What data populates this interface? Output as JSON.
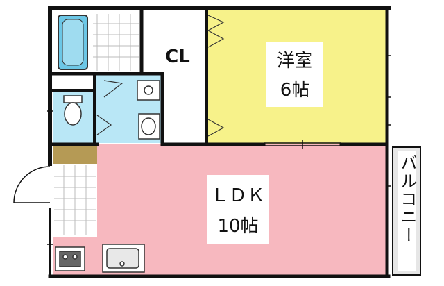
{
  "rooms": {
    "western_room": {
      "name": "洋室",
      "size": "6帖"
    },
    "ldk": {
      "name": "ＬＤＫ",
      "size": "10帖"
    },
    "closet": {
      "name": "CL"
    },
    "balcony": {
      "name": "バルコニー"
    }
  },
  "colors": {
    "western_room": "#f7f28a",
    "ldk": "#f7b8bf",
    "wet_area": "#b9e7f6",
    "wall": "#111111",
    "balcony_bg": "#e6e6e6",
    "storage": "#b59a55"
  }
}
